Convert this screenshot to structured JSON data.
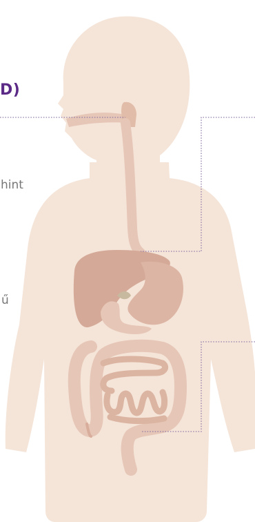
{
  "labels": {
    "heading_fragment": "D)",
    "text_fragment_1": "hint",
    "text_fragment_2": "ű"
  },
  "colors": {
    "skin": "#f5e4d8",
    "organ": "#e6c6b6",
    "organ_dark": "#d8ad9c",
    "liver": "#d4a998",
    "gallbladder": "#c7b99f",
    "heading": "#5b2a86",
    "body_text": "#777777",
    "leader_line": "#8e7aa8"
  }
}
